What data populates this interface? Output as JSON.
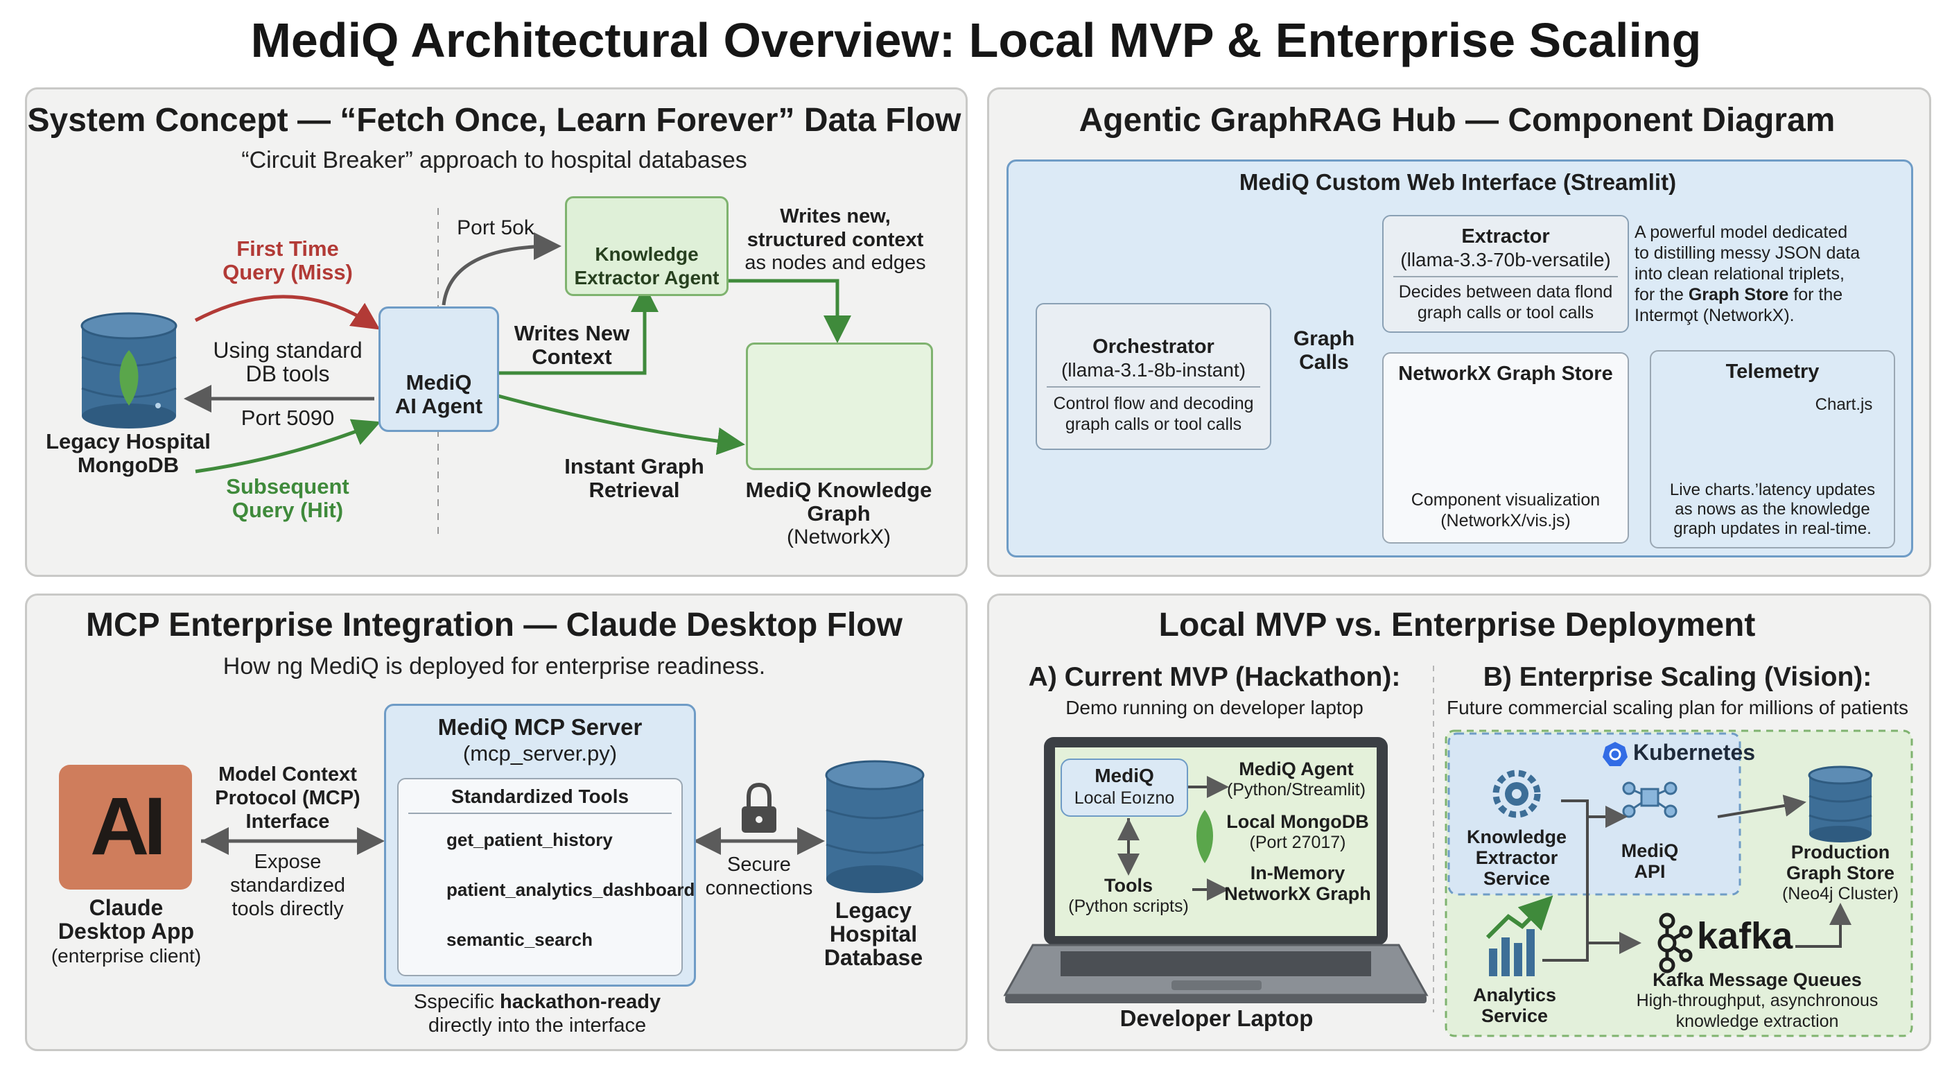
{
  "title": "MediQ Architectural Overview: Local MVP & Enterprise Scaling",
  "q1": {
    "title": "System Concept — “Fetch Once, Learn Forever” Data Flow",
    "subtitle": "“Circuit Breaker” approach to hospital databases",
    "first_time": "First Time\nQuery (Miss)",
    "using_tools": "Using standard\nDB tools",
    "port_5090": "Port 5090",
    "subsequent": "Subsequent\nQuery (Hit)",
    "legacy_db": "Legacy Hospital\nMongoDB",
    "agent": "MediQ\nAI Agent",
    "port_50k": "Port 5ok",
    "extractor": "Knowledge\nExtractor Agent",
    "writes_new_bold": "Writes new,\nstructured context",
    "writes_new_rest": "as nodes and edges",
    "writes_context": "Writes New\nContext",
    "instant": "Instant Graph\nRetrieval",
    "graph_title": "MediQ Knowledge\nGraph",
    "graph_sub": "(NetworkX)"
  },
  "q2": {
    "title": "Agentic GraphRAG Hub — Component Diagram",
    "interface": "MediQ Custom Web Interface (Streamlit)",
    "extractor_title": "Extractor",
    "extractor_model": "(llama-3.3-70b-versatile)",
    "extractor_desc": "Decides between data flond\ngraph calls or tool calls",
    "extractor_note_a": "A powerful model dedicated\nto distilling messy JSON data\ninto clean relational triplets,\nfor the ",
    "extractor_note_b": "Graph Store",
    "extractor_note_c": " for the\nIntermo̧t (NetworkX).",
    "orch_title": "Orchestrator",
    "orch_model": "(llama-3.1-8b-instant)",
    "orch_desc": "Control flow and decoding\ngraph calls or tool calls",
    "graph_calls": "Graph\nCalls",
    "store_title": "NetworkX Graph Store",
    "store_desc": "Component visualization\n(NetworkX/vis.js)",
    "telemetry_title": "Telemetry",
    "chart_label": "Chart.js",
    "telemetry_desc": "Live charts.’latency updates\nas nows as the knowledge\ngraph updates in real-time."
  },
  "q3": {
    "title": "MCP Enterprise Integration — Claude Desktop Flow",
    "subtitle": "How ng MediQ is deployed for enterprise readiness.",
    "claude_logo": "AI",
    "claude_app": "Claude\nDesktop App",
    "claude_sub": "(enterprise client)",
    "mcp_label": "Model Context\nProtocol (MCP)\nInterface",
    "expose": "Expose\nstandardized\ntools directly",
    "server_title": "MediQ MCP Server",
    "server_file": "(mcp_server.py)",
    "tools_title": "Standardized Tools",
    "tools": [
      "get_patient_history",
      "patient_analytics_dashboard",
      "semantic_search"
    ],
    "secure": "Secure\nconnections",
    "legacy": "Legacy\nHospital\nDatabase",
    "footer_a": "Sspecific ",
    "footer_b": "hackathon-ready",
    "footer_c": "directly into the interface"
  },
  "q4": {
    "title": "Local MVP vs. Enterprise Deployment",
    "a_title": "A) Current MVP (Hackathon):",
    "a_sub": "Demo running on developer laptop",
    "b_title": "B) Enterprise Scaling (Vision):",
    "b_sub": "Future commercial scaling plan for millions of patients",
    "local_box_a": "MediQ",
    "local_box_b": "Local Eoızno",
    "agent_a": "MediQ Agent",
    "agent_b": "(Python/Streamlit)",
    "mongo_a": "Local MongoDB",
    "mongo_b": "(Port 27017)",
    "tools_a": "Tools",
    "tools_b": "(Python scripts)",
    "inmem": "In-Memory\nNetworkX Graph",
    "laptop": "Developer Laptop",
    "kubernetes": "Kubernetes",
    "ke_service": "Knowledge\nExtractor\nService",
    "api": "MediQ\nAPI",
    "prod_a": "Production\nGraph Store",
    "prod_b": "(Neo4j Cluster)",
    "kafka": "kafka",
    "kafka_title": "Kafka Message Queues",
    "kafka_desc": "High-throughput, asynchronous\nknowledge extraction",
    "analytics": "Analytics\nService"
  },
  "colors": {
    "red": "#b23a36",
    "green": "#3f8a3b",
    "blue": "#4d6c8a",
    "grey": "#5b5b5b"
  }
}
